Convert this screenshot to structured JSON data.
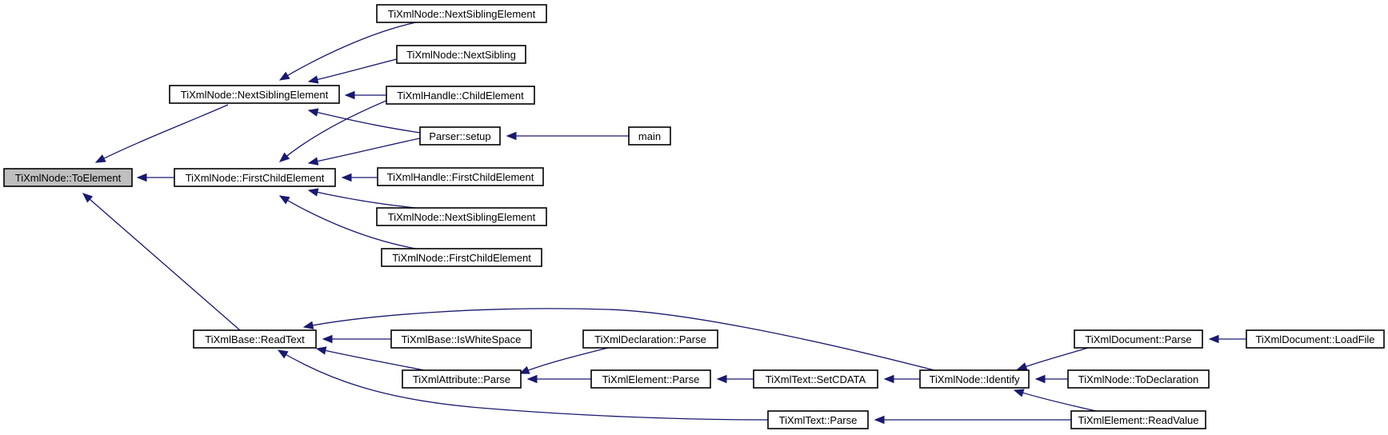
{
  "colors": {
    "edge": "#191970",
    "root_fill": "#bfbfbf",
    "node_fill": "#ffffff",
    "node_border": "#000000"
  },
  "nodes": [
    {
      "id": "n0",
      "label": "TiXmlNode::ToElement",
      "root": true
    },
    {
      "id": "n1",
      "label": "TiXmlNode::NextSiblingElement"
    },
    {
      "id": "n2",
      "label": "TiXmlNode::FirstChildElement"
    },
    {
      "id": "n3",
      "label": "TiXmlBase::ReadText"
    },
    {
      "id": "n4",
      "label": "TiXmlNode::NextSiblingElement"
    },
    {
      "id": "n5",
      "label": "TiXmlNode::NextSibling"
    },
    {
      "id": "n6",
      "label": "TiXmlHandle::ChildElement"
    },
    {
      "id": "n7",
      "label": "Parser::setup"
    },
    {
      "id": "n8",
      "label": "main"
    },
    {
      "id": "n9",
      "label": "TiXmlHandle::FirstChildElement"
    },
    {
      "id": "n10",
      "label": "TiXmlNode::NextSiblingElement"
    },
    {
      "id": "n11",
      "label": "TiXmlNode::FirstChildElement"
    },
    {
      "id": "n12",
      "label": "TiXmlBase::IsWhiteSpace"
    },
    {
      "id": "n13",
      "label": "TiXmlAttribute::Parse"
    },
    {
      "id": "n14",
      "label": "TiXmlDeclaration::Parse"
    },
    {
      "id": "n15",
      "label": "TiXmlElement::Parse"
    },
    {
      "id": "n16",
      "label": "TiXmlText::SetCDATA"
    },
    {
      "id": "n17",
      "label": "TiXmlNode::Identify"
    },
    {
      "id": "n18",
      "label": "TiXmlText::Parse"
    },
    {
      "id": "n19",
      "label": "TiXmlDocument::Parse"
    },
    {
      "id": "n20",
      "label": "TiXmlDocument::LoadFile"
    },
    {
      "id": "n21",
      "label": "TiXmlNode::ToDeclaration"
    },
    {
      "id": "n22",
      "label": "TiXmlElement::ReadValue"
    }
  ],
  "edges": [
    {
      "from": "n1",
      "to": "n0"
    },
    {
      "from": "n2",
      "to": "n0"
    },
    {
      "from": "n3",
      "to": "n0"
    },
    {
      "from": "n4",
      "to": "n1"
    },
    {
      "from": "n5",
      "to": "n1"
    },
    {
      "from": "n6",
      "to": "n1"
    },
    {
      "from": "n7",
      "to": "n1"
    },
    {
      "from": "n6",
      "to": "n2"
    },
    {
      "from": "n7",
      "to": "n2"
    },
    {
      "from": "n9",
      "to": "n2"
    },
    {
      "from": "n10",
      "to": "n2"
    },
    {
      "from": "n11",
      "to": "n2"
    },
    {
      "from": "n8",
      "to": "n7"
    },
    {
      "from": "n17",
      "to": "n3"
    },
    {
      "from": "n12",
      "to": "n3"
    },
    {
      "from": "n13",
      "to": "n3"
    },
    {
      "from": "n18",
      "to": "n3"
    },
    {
      "from": "n14",
      "to": "n13"
    },
    {
      "from": "n15",
      "to": "n13"
    },
    {
      "from": "n16",
      "to": "n15"
    },
    {
      "from": "n17",
      "to": "n16"
    },
    {
      "from": "n19",
      "to": "n17"
    },
    {
      "from": "n21",
      "to": "n17"
    },
    {
      "from": "n22",
      "to": "n17"
    },
    {
      "from": "n20",
      "to": "n19"
    },
    {
      "from": "n22",
      "to": "n18"
    }
  ]
}
